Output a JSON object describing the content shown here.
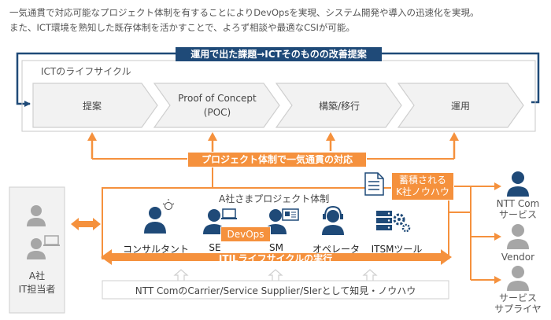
{
  "intro": {
    "line1": "一気通貫で対応可能なプロジェクト体制を有することによりDevOpsを実現、システム開発や導入の迅速化を実現。",
    "line2": "また、ICT環境を熟知した既存体制を活かすことで、よろず相談や最適なCSIが可能。"
  },
  "cycle": {
    "title": "ICTのライフサイクル",
    "improve_label": "運用で出た課題→ICTそのものの改善提案",
    "stages": [
      "提案",
      "Proof of Concept\n(POC)",
      "構築/移行",
      "運用"
    ]
  },
  "project": {
    "label": "プロジェクト体制で一気通貫の対応",
    "team_title": "A社さまプロジェクト体制",
    "knowhow": "蓄積される\nK社ノウハウ",
    "devops": "DevOps",
    "itil": "ITILライフサイクルの実行",
    "foundation": "NTT ComのCarrier/Service Supplier/SIerとして知見・ノウハウ",
    "roles": [
      "コンサルタント",
      "SE",
      "SM",
      "オペレータ",
      "ITSMツール"
    ]
  },
  "client": {
    "label": "A社\nIT担当者"
  },
  "external": [
    "NTT Com\nサービス",
    "Vendor",
    "サービス\nサプライヤ"
  ],
  "colors": {
    "navy": "#1f4a78",
    "orange": "#f5913d",
    "grey": "#a6a6a6",
    "panel": "#f2f2f2"
  }
}
